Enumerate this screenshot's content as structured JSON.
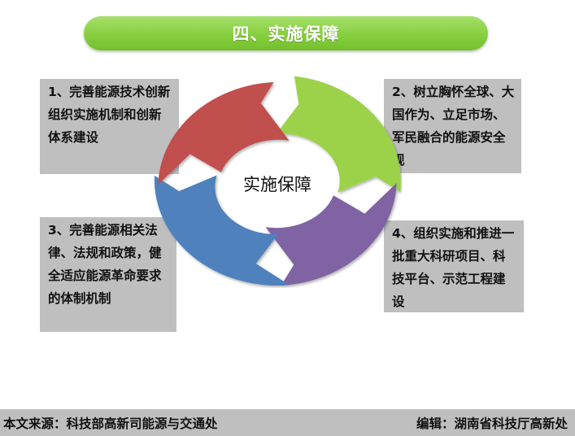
{
  "title": "四、实施保障",
  "center_label": "实施保障",
  "boxes": [
    {
      "text": "1、完善能源技术创新组织实施机制和创新体系建设"
    },
    {
      "text": "2、树立胸怀全球、大国作为、立足市场、军民融合的能源安全观"
    },
    {
      "text": "3、完善能源相关法律、法规和政策，健全适应能源革命要求的体制机制"
    },
    {
      "text": "4、组织实施和推进一批重大科研项目、科技平台、示范工程建设"
    }
  ],
  "footer": {
    "source": "本文来源：科技部高新司能源与交通处",
    "editor": "编辑：湖南省科技厅高新处"
  },
  "colors": {
    "title_green": "#86cf3f",
    "segment_red": "#c0504d",
    "segment_green": "#9bd24a",
    "segment_purple": "#7f64a2",
    "segment_blue": "#4f81bd",
    "box_gray": "#bfbfbf"
  }
}
